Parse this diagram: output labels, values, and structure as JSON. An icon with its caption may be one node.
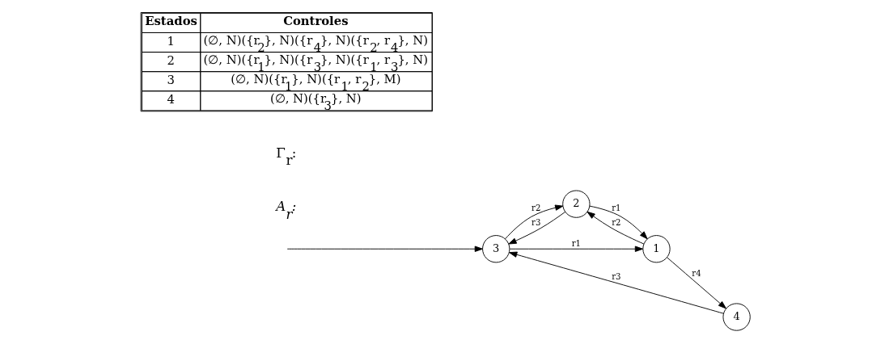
{
  "diagram": {
    "nodes": [
      {
        "text": [
          "3"
        ]
      },
      {
        "text": [
          "2"
        ]
      },
      {
        "text": [
          "1"
        ]
      },
      {
        "text": [
          "4"
        ]
      }
    ],
    "edges": [
      {
        "from": null,
        "to": 0,
        "arrow": "to"
      },
      {
        "from": 0,
        "to": 1,
        "arrow": "to",
        "label": "r2"
      },
      {
        "from": 1,
        "to": 0,
        "arrow": "to",
        "label": "r3"
      },
      {
        "from": 0,
        "to": 2,
        "arrow": "to",
        "label": "r1"
      },
      {
        "from": 2,
        "to": 1,
        "arrow": "to",
        "label": "r2"
      },
      {
        "from": 1,
        "to": 2,
        "arrow": "to",
        "label": "r1"
      },
      {
        "from": 2,
        "to": 3,
        "arrow": "to",
        "label": "r4"
      },
      {
        "from": 3,
        "to": 0,
        "arrow": "to",
        "label": "r3"
      }
    ],
    "labels": [
      "A$_{r}$:",
      "Γ$_{r}$:",
      "Estados",
      "Controles",
      "1",
      "(∅, N)({r$_{2}$}, N)({r$_{4}$}, N)({r$_{2}$, r$_{4}$}, N)",
      "2",
      "(∅, N)({r$_{1}$}, N)({r$_{3}$}, N)({r$_{1}$, r$_{3}$}, N)",
      "3",
      "(∅, N)({r$_{1}$}, N)({r$_{1}$, r$_{2}$}, M)",
      "4",
      "(∅, N)({r$_{3}$}, N)"
    ]
  }
}
